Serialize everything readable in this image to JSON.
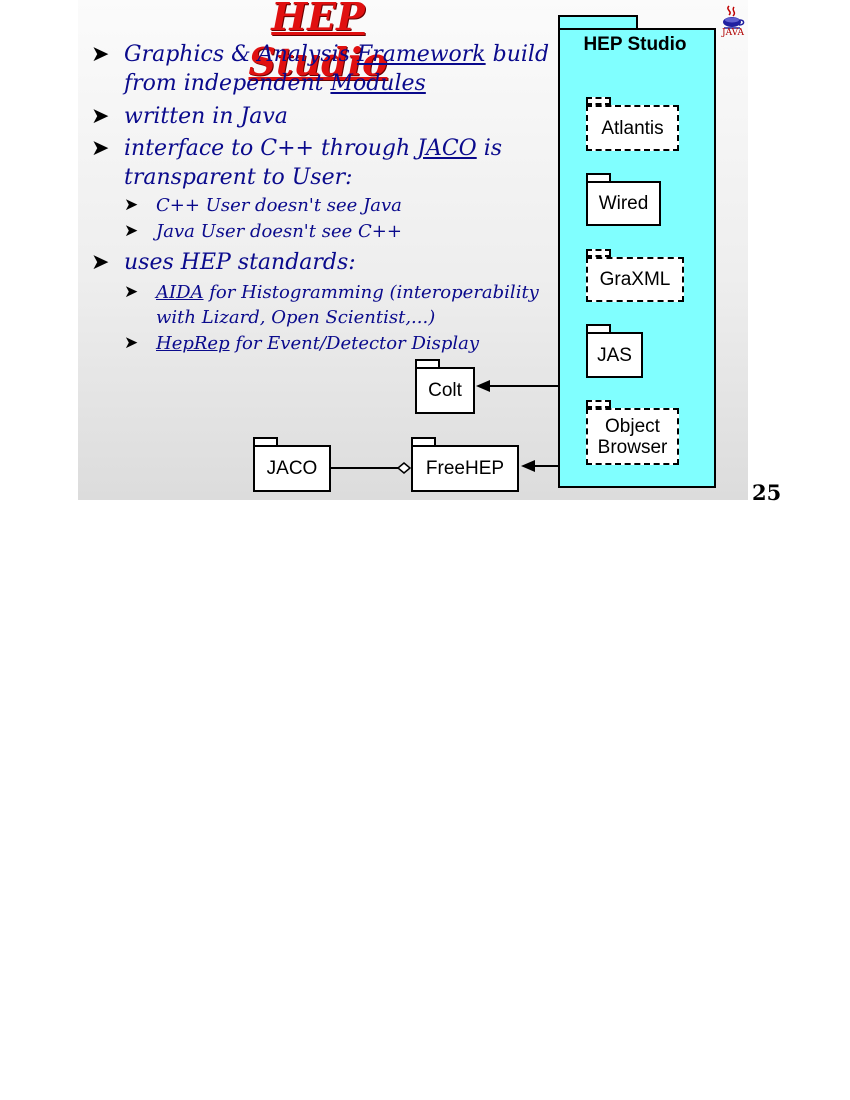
{
  "title": "HEP Studio",
  "page_number": "25",
  "logo_text": "JAVA",
  "bullets": {
    "b1": {
      "pre": "Graphics & Analysis ",
      "link1": "Framework",
      "mid": " build"
    },
    "b1_line2": {
      "pre": "from independent ",
      "link": "Modules"
    },
    "b2": "written in Java",
    "b3": {
      "pre": "interface to C++ through ",
      "link": "JACO",
      "post": " is"
    },
    "b3_line2": "transparent to User:",
    "b3_sub1": "C++ User doesn't see Java",
    "b3_sub2": "Java User doesn't see C++",
    "b4": "uses HEP standards:",
    "b4_sub1": {
      "link": "AIDA",
      "post": " for Histogramming (interoperability"
    },
    "b4_sub1_line2": "with Lizard, Open Scientist,...)",
    "b4_sub2": {
      "link": "HepRep",
      "post": " for Event/Detector Display"
    }
  },
  "diagram": {
    "studio_title": "HEP Studio",
    "modules": {
      "atlantis": "Atlantis",
      "wired": "Wired",
      "graxml": "GraXML",
      "jas": "JAS",
      "object_browser_1": "Object",
      "object_browser_2": "Browser"
    },
    "external": {
      "colt": "Colt",
      "jaco": "JACO",
      "freehep": "FreeHEP"
    }
  }
}
